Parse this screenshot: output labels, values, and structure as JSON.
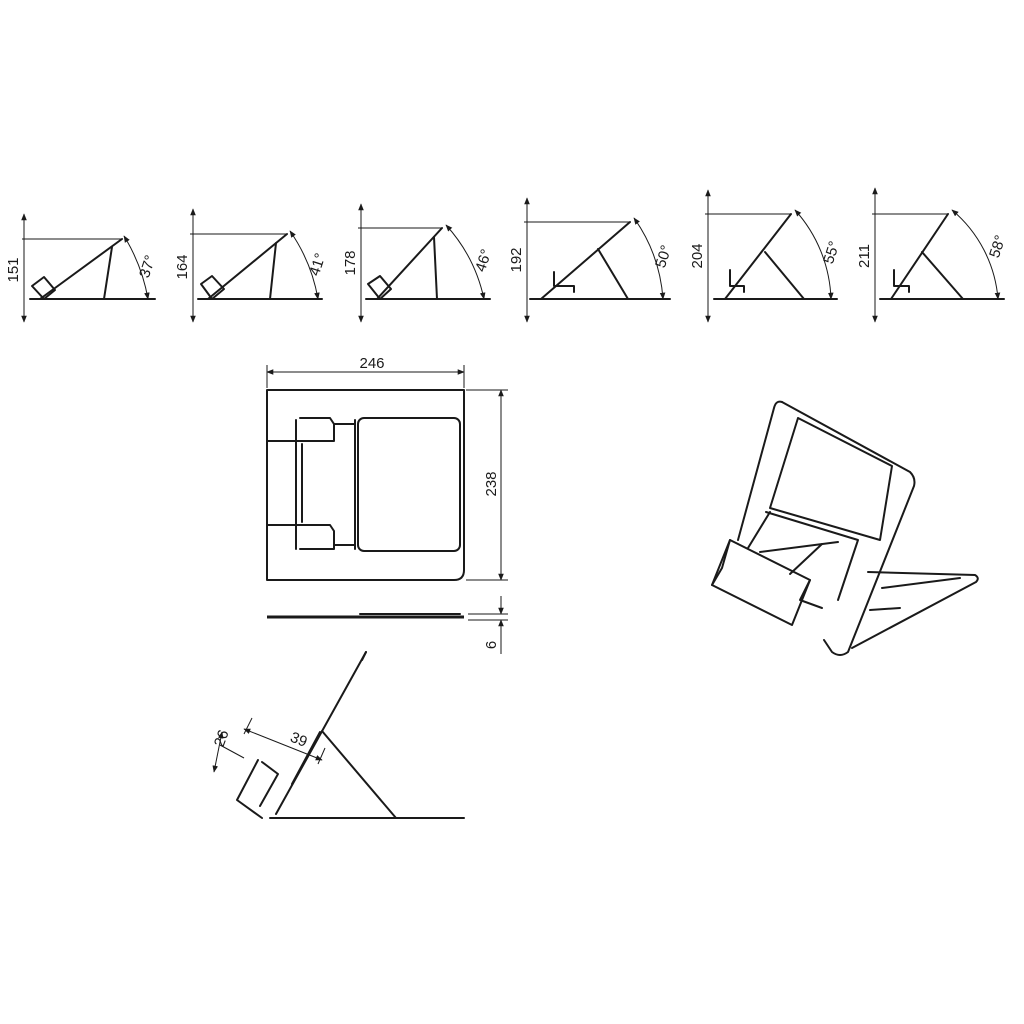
{
  "angle_views": [
    {
      "height": "151",
      "angle": "37°"
    },
    {
      "height": "164",
      "angle": "41°"
    },
    {
      "height": "178",
      "angle": "46°"
    },
    {
      "height": "192",
      "angle": "50°"
    },
    {
      "height": "204",
      "angle": "55°"
    },
    {
      "height": "211",
      "angle": "58°"
    }
  ],
  "top_view": {
    "width": "246",
    "height": "238"
  },
  "front_view": {
    "thickness": "6"
  },
  "side_view": {
    "lip_height": "26",
    "lip_depth": "39"
  },
  "colors": {
    "line": "#1a1a1a",
    "background": "#ffffff"
  }
}
